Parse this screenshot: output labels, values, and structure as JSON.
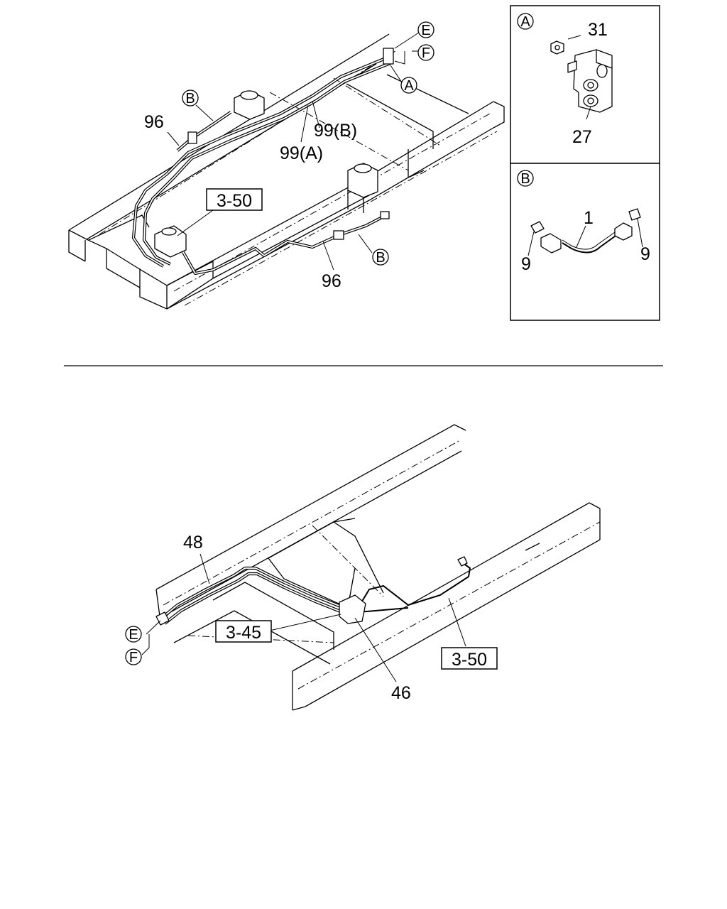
{
  "top_view": {
    "callouts": {
      "e": "E",
      "f": "F",
      "a": "A",
      "b_upper": "B",
      "b_lower": "B"
    },
    "labels": {
      "part_96_upper": "96",
      "part_96_lower": "96",
      "part_99b": "99(B)",
      "part_99a": "99(A)"
    },
    "ref_box": "3-50"
  },
  "detail_a": {
    "marker": "A",
    "part_31": "31",
    "part_27": "27"
  },
  "detail_b": {
    "marker": "B",
    "part_1": "1",
    "part_9_left": "9",
    "part_9_right": "9"
  },
  "bottom_view": {
    "callouts": {
      "e": "E",
      "f": "F"
    },
    "labels": {
      "part_48": "48",
      "part_46": "46"
    },
    "ref_box_left": "3-45",
    "ref_box_right": "3-50"
  }
}
